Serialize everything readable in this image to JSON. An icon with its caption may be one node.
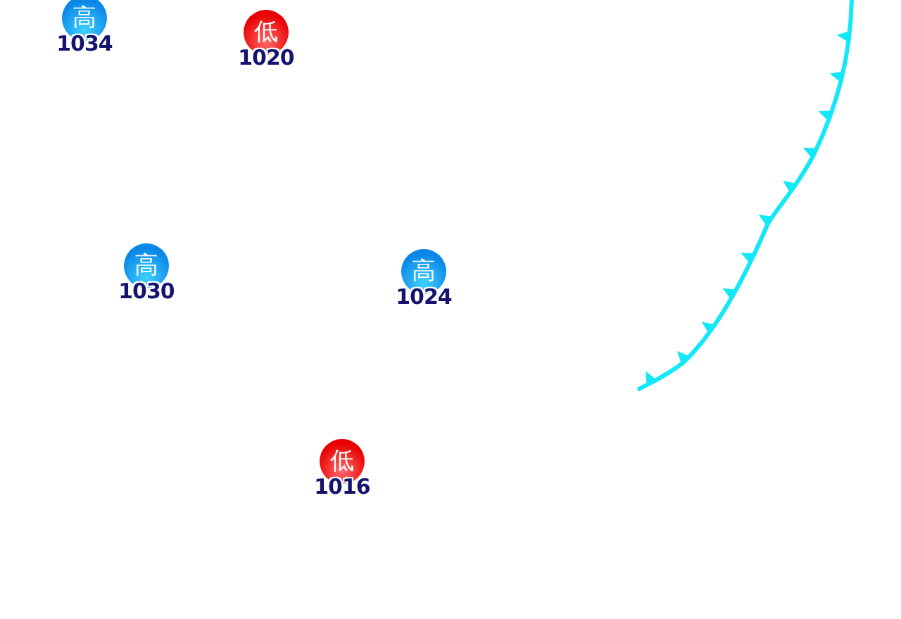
{
  "diagram": {
    "nodes": [
      {
        "text": [
          "高"
        ],
        "beside": [
          "1034"
        ]
      },
      {
        "text": [
          "低"
        ],
        "beside": [
          "1020"
        ]
      },
      {
        "text": [
          "高"
        ],
        "beside": [
          "1030"
        ]
      },
      {
        "text": [
          "高"
        ],
        "beside": [
          "1024"
        ]
      },
      {
        "text": [
          "低"
        ],
        "beside": [
          "1016"
        ]
      }
    ]
  }
}
